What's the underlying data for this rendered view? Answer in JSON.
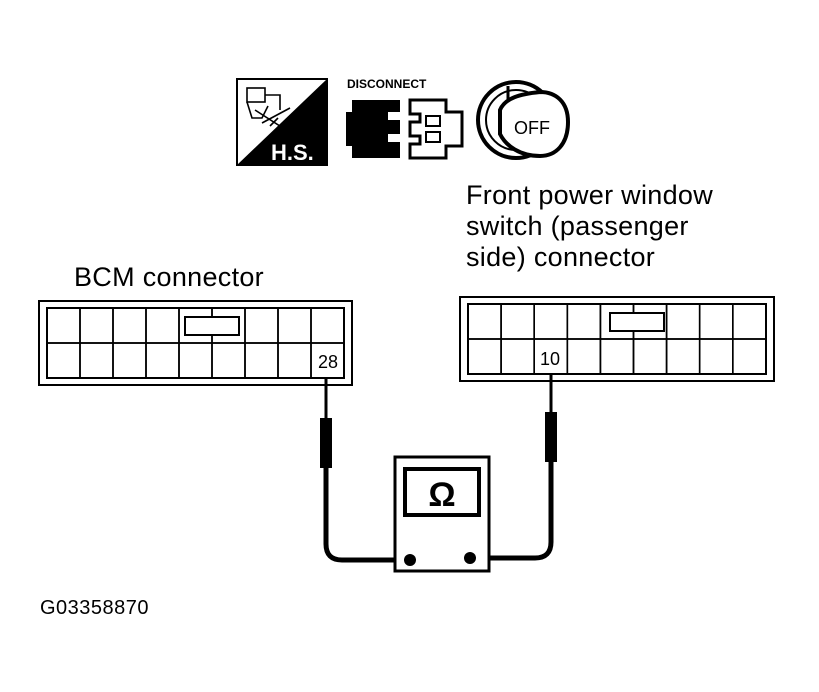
{
  "icons": {
    "hs_badge": {
      "name": "harness-hs-icon",
      "text": "H.S."
    },
    "disconnect": {
      "name": "disconnect-connector-icon",
      "text": "DISCONNECT"
    },
    "ignition": {
      "name": "ignition-key-off-icon",
      "text": "OFF"
    }
  },
  "bcm_connector": {
    "label": "BCM connector",
    "terminal": "28"
  },
  "pw_connector": {
    "label_lines": [
      "Front power window",
      "switch (passenger",
      "side) connector"
    ],
    "terminal": "10"
  },
  "meter": {
    "symbol": "Ω",
    "name": "ohmmeter"
  },
  "figure_id": "G03358870"
}
